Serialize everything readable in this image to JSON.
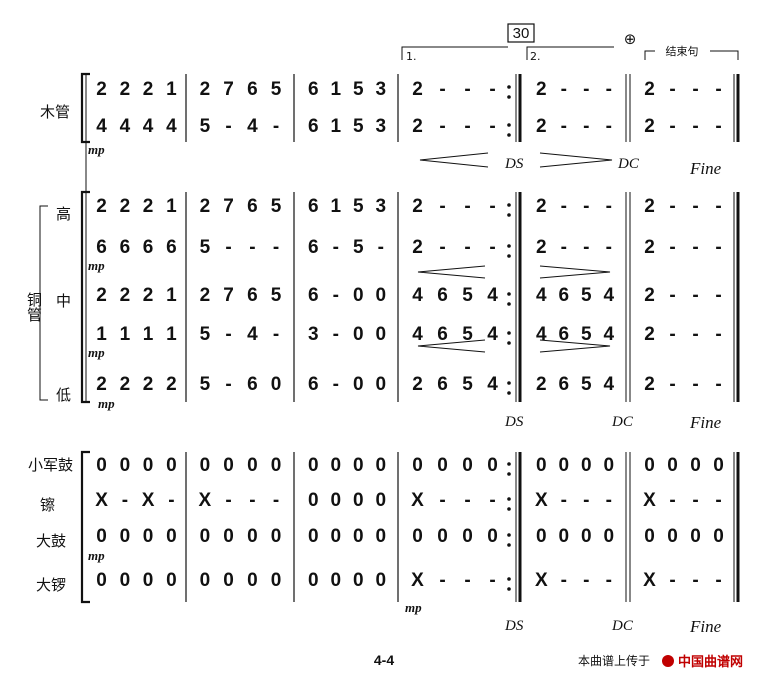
{
  "headings": {
    "rehearsal_number": "30",
    "volta_1": "1.",
    "volta_2": "2.",
    "coda_section": "结束句",
    "coda_sign": "⊕"
  },
  "groups": {
    "brass": "铜管"
  },
  "labels": {
    "woodwind": "木管",
    "brass_high": "高",
    "brass_mid": "中",
    "brass_low": "低",
    "snare": "小军鼓",
    "cymbal": "镲",
    "bass_drum": "大鼓",
    "gong": "大锣"
  },
  "dynamics": {
    "mp": "mp"
  },
  "marks": {
    "ds": "DS",
    "dc": "DC",
    "fine": "Fine"
  },
  "staves": [
    {
      "id": "woodwind-1",
      "measures": [
        [
          "2",
          "2",
          "2",
          "1"
        ],
        [
          "2",
          "7",
          "6",
          "5"
        ],
        [
          "6",
          "1",
          "5",
          "3"
        ],
        [
          "2",
          "-",
          "-",
          "-"
        ],
        [
          "2",
          "-",
          "-",
          "-"
        ],
        [
          "2",
          "-",
          "-",
          "-"
        ]
      ]
    },
    {
      "id": "woodwind-2",
      "measures": [
        [
          "4",
          "4",
          "4",
          "4"
        ],
        [
          "5",
          "-",
          "4",
          "-"
        ],
        [
          "6",
          "1",
          "5",
          "3"
        ],
        [
          "2",
          "-",
          "-",
          "-"
        ],
        [
          "2",
          "-",
          "-",
          "-"
        ],
        [
          "2",
          "-",
          "-",
          "-"
        ]
      ]
    },
    {
      "id": "brass-high",
      "measures": [
        [
          "2",
          "2",
          "2",
          "1"
        ],
        [
          "2",
          "7",
          "6",
          "5"
        ],
        [
          "6",
          "1",
          "5",
          "3"
        ],
        [
          "2",
          "-",
          "-",
          "-"
        ],
        [
          "2",
          "-",
          "-",
          "-"
        ],
        [
          "2",
          "-",
          "-",
          "-"
        ]
      ]
    },
    {
      "id": "brass-high-2",
      "measures": [
        [
          "6",
          "6",
          "6",
          "6"
        ],
        [
          "5",
          "-",
          "-",
          "-"
        ],
        [
          "6",
          "-",
          "5",
          "-"
        ],
        [
          "2",
          "-",
          "-",
          "-"
        ],
        [
          "2",
          "-",
          "-",
          "-"
        ],
        [
          "2",
          "-",
          "-",
          "-"
        ]
      ]
    },
    {
      "id": "brass-mid",
      "measures": [
        [
          "2",
          "2",
          "2",
          "1"
        ],
        [
          "2",
          "7",
          "6",
          "5"
        ],
        [
          "6",
          "-",
          "0",
          "0"
        ],
        [
          "4",
          "6",
          "5",
          "4"
        ],
        [
          "4",
          "6",
          "5",
          "4"
        ],
        [
          "2",
          "-",
          "-",
          "-"
        ]
      ]
    },
    {
      "id": "brass-mid-2",
      "measures": [
        [
          "1",
          "1",
          "1",
          "1"
        ],
        [
          "5",
          "-",
          "4",
          "-"
        ],
        [
          "3",
          "-",
          "0",
          "0"
        ],
        [
          "4",
          "6",
          "5",
          "4"
        ],
        [
          "4",
          "6",
          "5",
          "4"
        ],
        [
          "2",
          "-",
          "-",
          "-"
        ]
      ]
    },
    {
      "id": "brass-low",
      "measures": [
        [
          "2",
          "2",
          "2",
          "2"
        ],
        [
          "5",
          "-",
          "6",
          "0"
        ],
        [
          "6",
          "-",
          "0",
          "0"
        ],
        [
          "2",
          "6",
          "5",
          "4"
        ],
        [
          "2",
          "6",
          "5",
          "4"
        ],
        [
          "2",
          "-",
          "-",
          "-"
        ]
      ]
    },
    {
      "id": "snare-drum",
      "measures": [
        [
          "0",
          "0",
          "0",
          "0"
        ],
        [
          "0",
          "0",
          "0",
          "0"
        ],
        [
          "0",
          "0",
          "0",
          "0"
        ],
        [
          "0",
          "0",
          "0",
          "0"
        ],
        [
          "0",
          "0",
          "0",
          "0"
        ],
        [
          "0",
          "0",
          "0",
          "0"
        ]
      ]
    },
    {
      "id": "cymbal",
      "measures": [
        [
          "X",
          "-",
          "X",
          "-"
        ],
        [
          "X",
          "-",
          "-",
          "-"
        ],
        [
          "0",
          "0",
          "0",
          "0"
        ],
        [
          "X",
          "-",
          "-",
          "-"
        ],
        [
          "X",
          "-",
          "-",
          "-"
        ],
        [
          "X",
          "-",
          "-",
          "-"
        ]
      ]
    },
    {
      "id": "bass-drum",
      "measures": [
        [
          "0",
          "0",
          "0",
          "0"
        ],
        [
          "0",
          "0",
          "0",
          "0"
        ],
        [
          "0",
          "0",
          "0",
          "0"
        ],
        [
          "0",
          "0",
          "0",
          "0"
        ],
        [
          "0",
          "0",
          "0",
          "0"
        ],
        [
          "0",
          "0",
          "0",
          "0"
        ]
      ]
    },
    {
      "id": "gong",
      "measures": [
        [
          "0",
          "0",
          "0",
          "0"
        ],
        [
          "0",
          "0",
          "0",
          "0"
        ],
        [
          "0",
          "0",
          "0",
          "0"
        ],
        [
          "X",
          "-",
          "-",
          "-"
        ],
        [
          "X",
          "-",
          "-",
          "-"
        ],
        [
          "X",
          "-",
          "-",
          "-"
        ]
      ]
    }
  ],
  "footer": {
    "page_number": "4-4",
    "credit_prefix": "本曲谱上传于",
    "site_name": "中国曲谱网"
  }
}
